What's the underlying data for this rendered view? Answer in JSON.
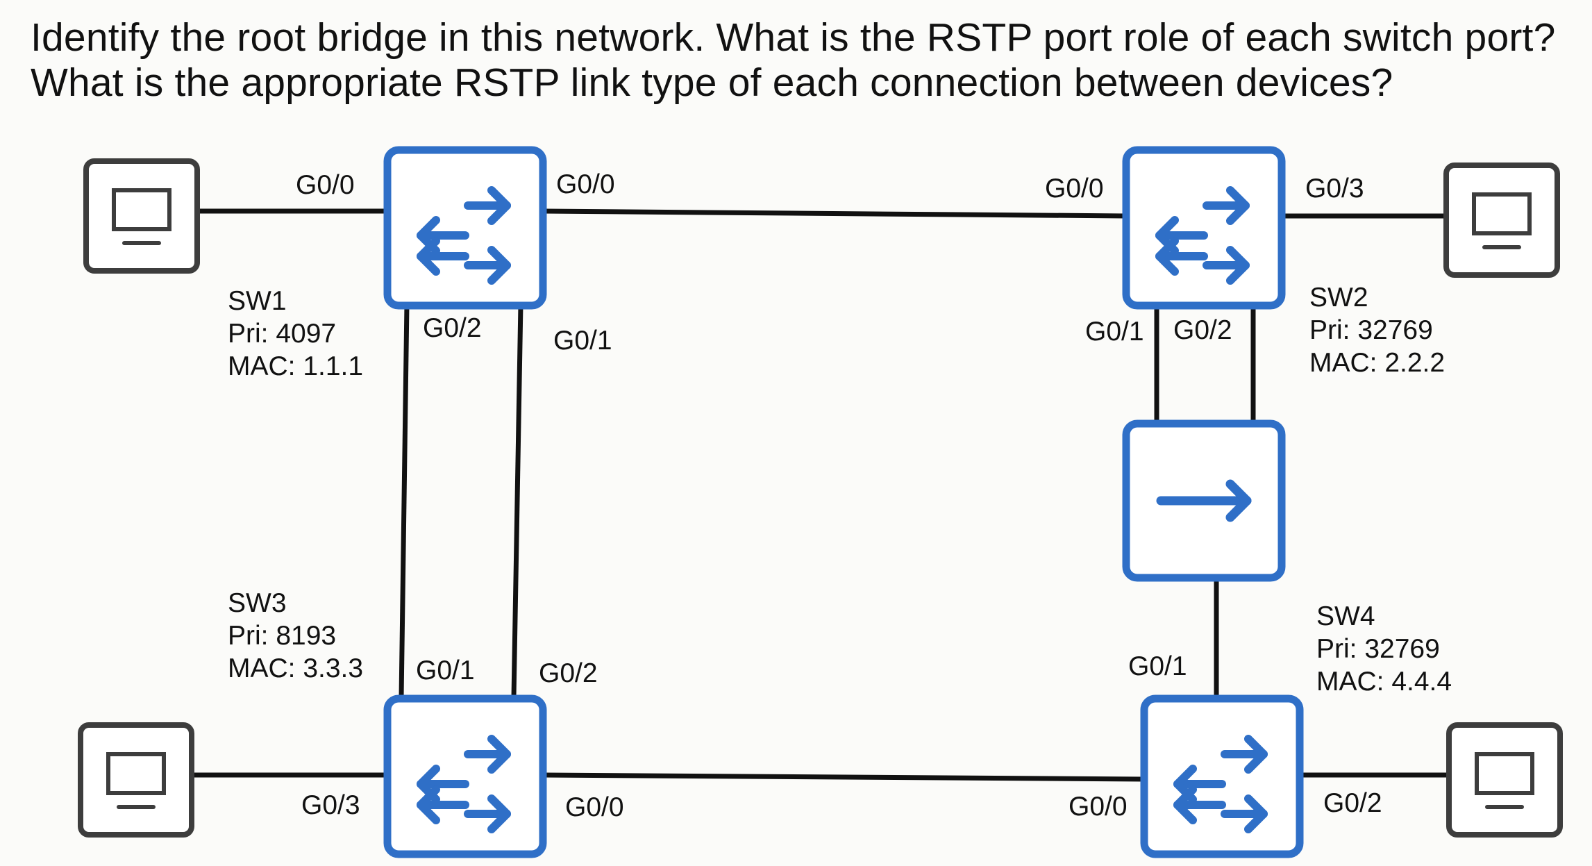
{
  "question": {
    "line1": "Identify the root bridge in this network.  What is the RSTP port role of each switch port?",
    "line2": "What is the appropriate RSTP link type of each connection between devices?"
  },
  "colors": {
    "switch_blue": "#2f6fc7",
    "device_gray": "#3d3d3d",
    "link_black": "#111111",
    "background": "#fbfbf9"
  },
  "switches": {
    "sw1": {
      "name": "SW1",
      "priority": "Pri: 4097",
      "mac": "MAC: 1.1.1"
    },
    "sw2": {
      "name": "SW2",
      "priority": "Pri: 32769",
      "mac": "MAC: 2.2.2"
    },
    "sw3": {
      "name": "SW3",
      "priority": "Pri: 8193",
      "mac": "MAC: 3.3.3"
    },
    "sw4": {
      "name": "SW4",
      "priority": "Pri: 32769",
      "mac": "MAC: 4.4.4"
    }
  },
  "hub_icon": "hub-arrow-icon",
  "pc_icon": "monitor-icon",
  "ports": {
    "sw1_pc": "G0/0",
    "sw1_g00": "G0/0",
    "sw1_g02": "G0/2",
    "sw1_g01": "G0/1",
    "sw2_g00": "G0/0",
    "sw2_g03": "G0/3",
    "sw2_g01": "G0/1",
    "sw2_g02": "G0/2",
    "sw3_g01": "G0/1",
    "sw3_g02": "G0/2",
    "sw3_g03": "G0/3",
    "sw3_g00": "G0/0",
    "sw4_g01": "G0/1",
    "sw4_g00": "G0/0",
    "sw4_g02": "G0/2"
  }
}
